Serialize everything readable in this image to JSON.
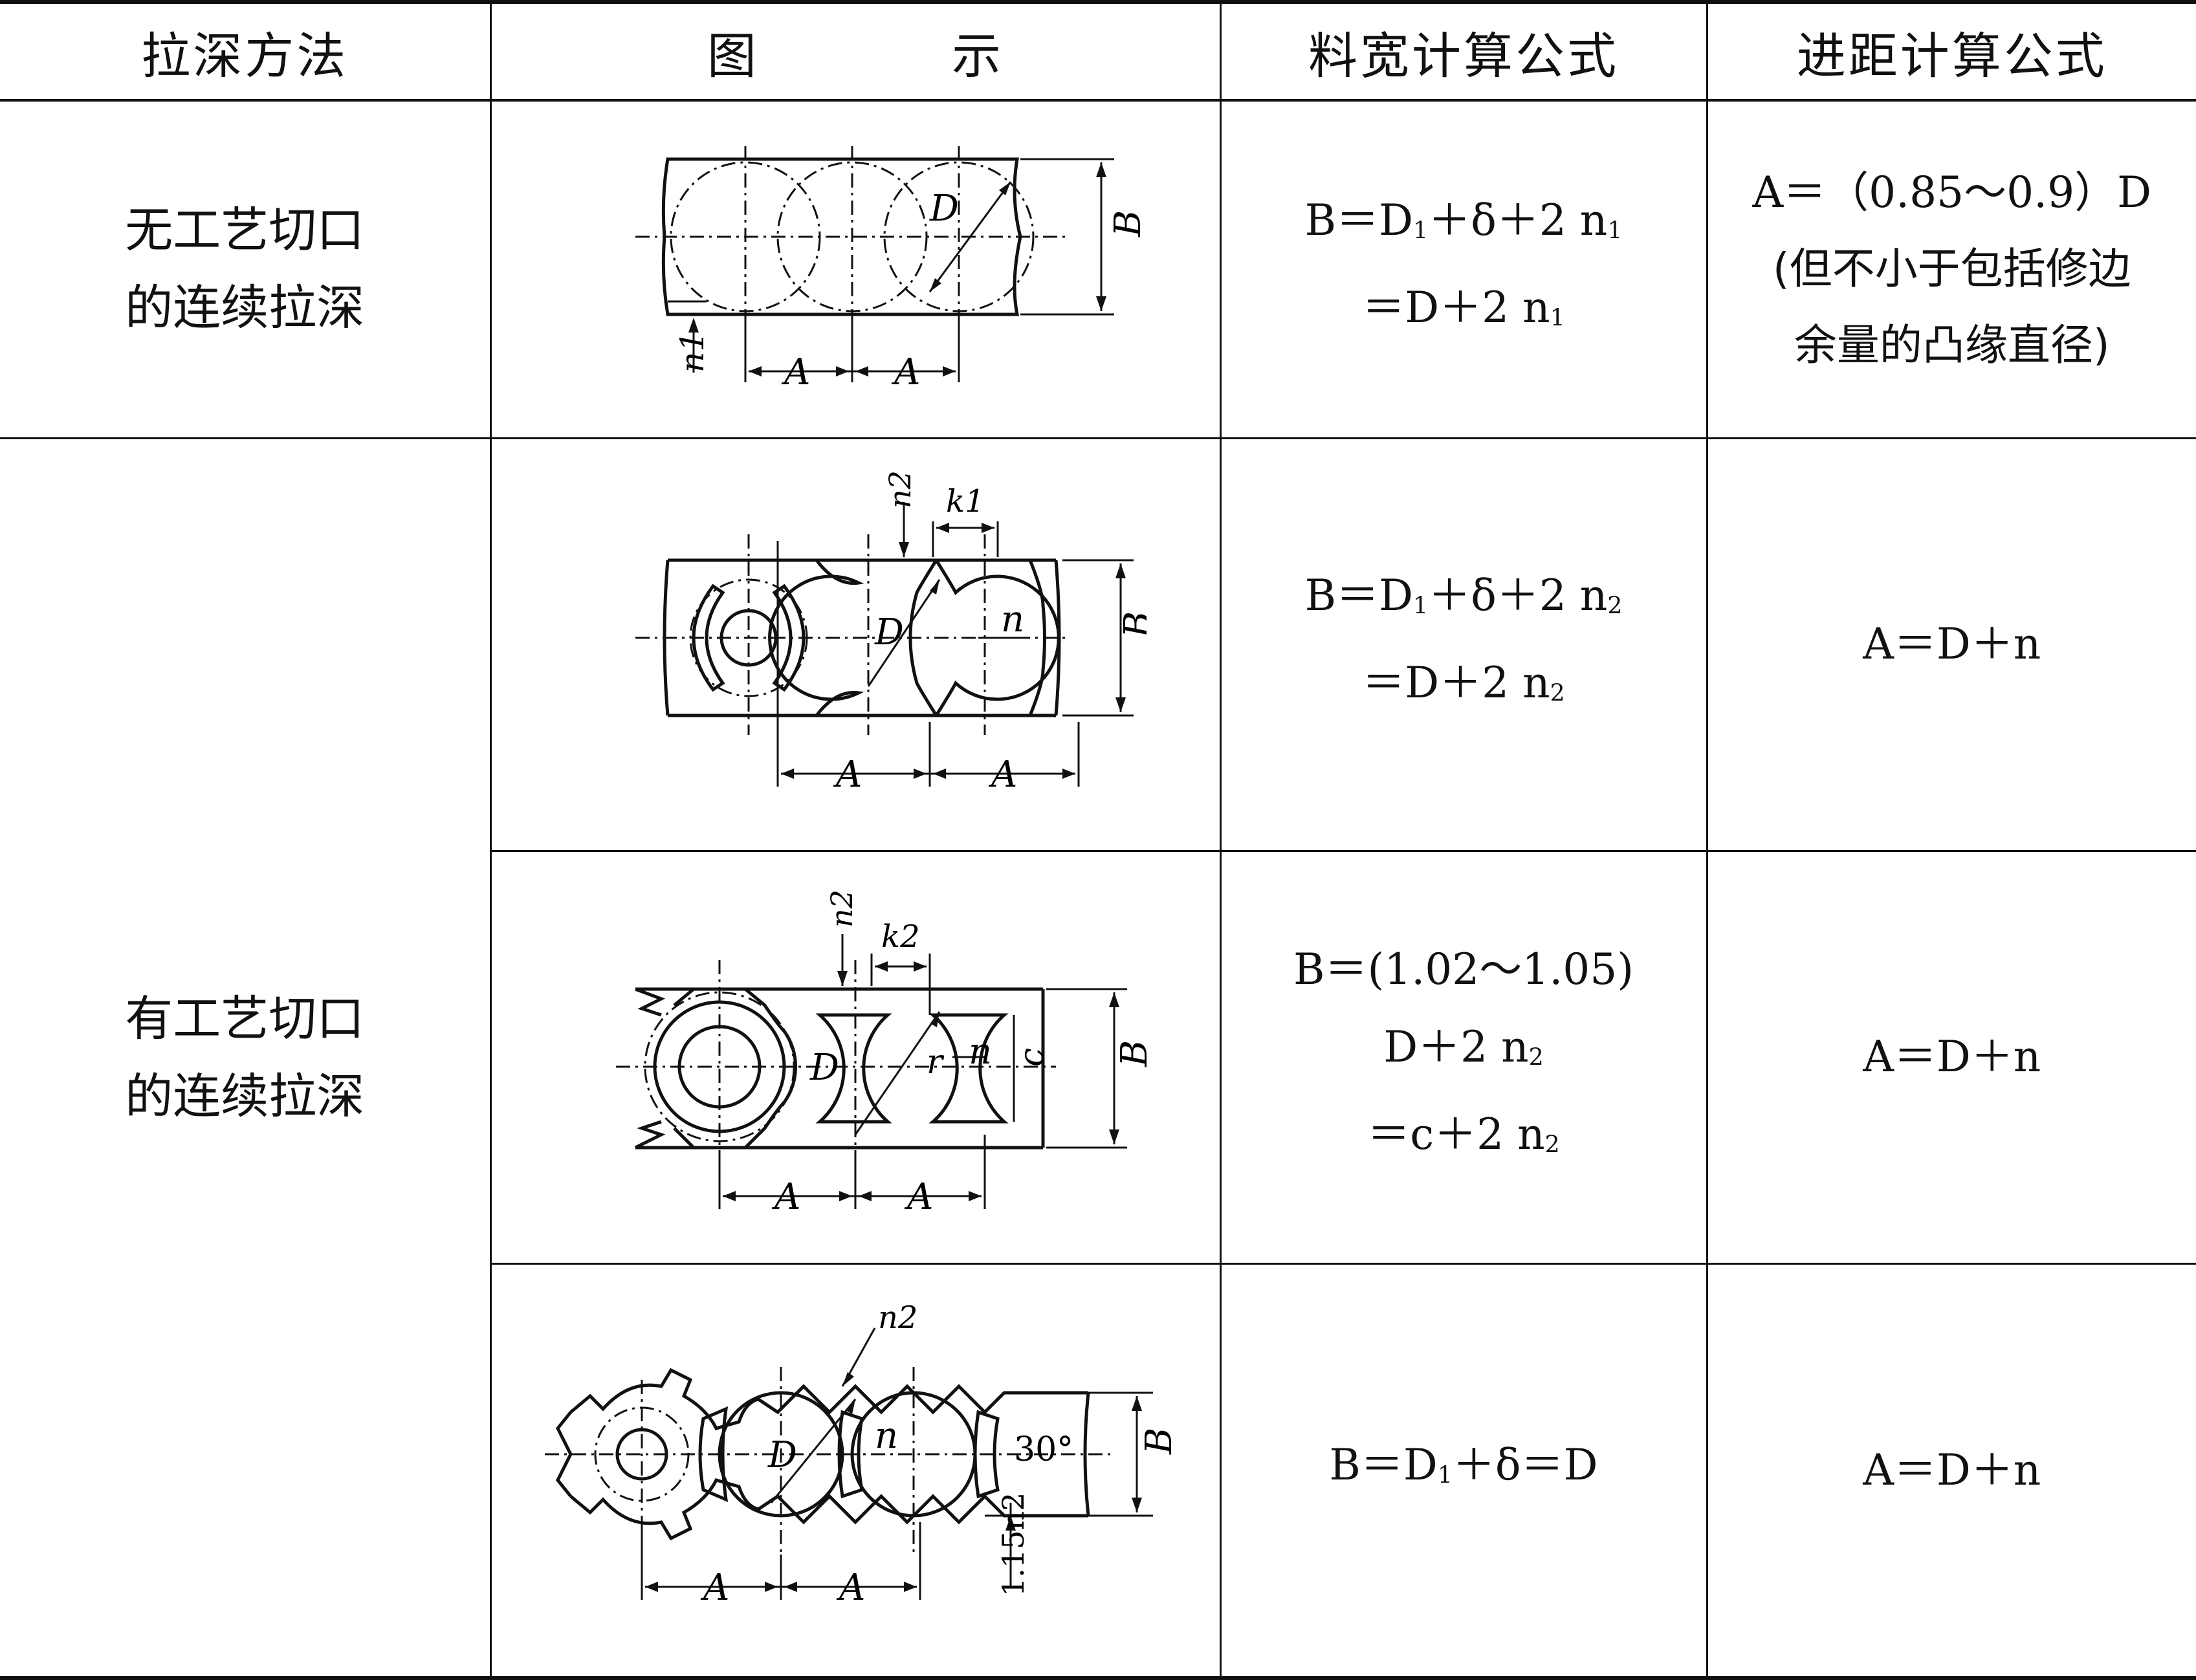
{
  "table": {
    "headers": {
      "method": "拉深方法",
      "figure": "图 示",
      "width_formula": "料宽计算公式",
      "pitch_formula": "进距计算公式"
    },
    "rows": [
      {
        "method": "无工艺切口的连续拉深",
        "method_lines": [
          "无工艺切口",
          "的连续拉深"
        ],
        "figure_labels": {
          "D": "D",
          "B": "B",
          "A": "A",
          "n1": "n1"
        },
        "width_formula_lines": [
          {
            "pre": "B＝D",
            "sub": "1",
            "post": "＋δ＋2 n",
            "sub2": "1"
          },
          {
            "pre": "＝D＋2 n",
            "sub": "1",
            "post": "",
            "sub2": ""
          }
        ],
        "pitch_formula_lines": [
          "A＝（0.85～0.9）D",
          "(但不小于包括修边",
          "余量的凸缘直径)"
        ]
      },
      {
        "method": "有工艺切口的连续拉深",
        "method_lines": [
          "有工艺切口",
          "的连续拉深"
        ],
        "figure_labels": {
          "D": "D",
          "B": "B",
          "A": "A",
          "n": "n",
          "n2": "n2",
          "k1": "k1"
        },
        "width_formula_lines": [
          {
            "pre": "B＝D",
            "sub": "1",
            "post": "＋δ＋2 n",
            "sub2": "2"
          },
          {
            "pre": "＝D＋2 n",
            "sub": "2",
            "post": "",
            "sub2": ""
          }
        ],
        "pitch_formula": "A＝D＋n"
      },
      {
        "figure_labels": {
          "D": "D",
          "B": "B",
          "A": "A",
          "n": "n",
          "n2": "n2",
          "k2": "k2",
          "r": "r",
          "c": "c"
        },
        "width_formula_lines": [
          {
            "pre": "B＝(1.02～1.05)",
            "sub": "",
            "post": "",
            "sub2": ""
          },
          {
            "pre": "D＋2 n",
            "sub": "2",
            "post": "",
            "sub2": ""
          },
          {
            "pre": "＝c＋2 n",
            "sub": "2",
            "post": "",
            "sub2": ""
          }
        ],
        "pitch_formula": "A＝D＋n"
      },
      {
        "figure_labels": {
          "D": "D",
          "B": "B",
          "A": "A",
          "n": "n",
          "n2": "n2",
          "angle": "30°",
          "n2_dim": "1.15n2"
        },
        "width_formula_lines": [
          {
            "pre": "B＝D",
            "sub": "1",
            "post": "＋δ＝D",
            "sub2": ""
          }
        ],
        "pitch_formula": "A＝D＋n"
      }
    ]
  }
}
